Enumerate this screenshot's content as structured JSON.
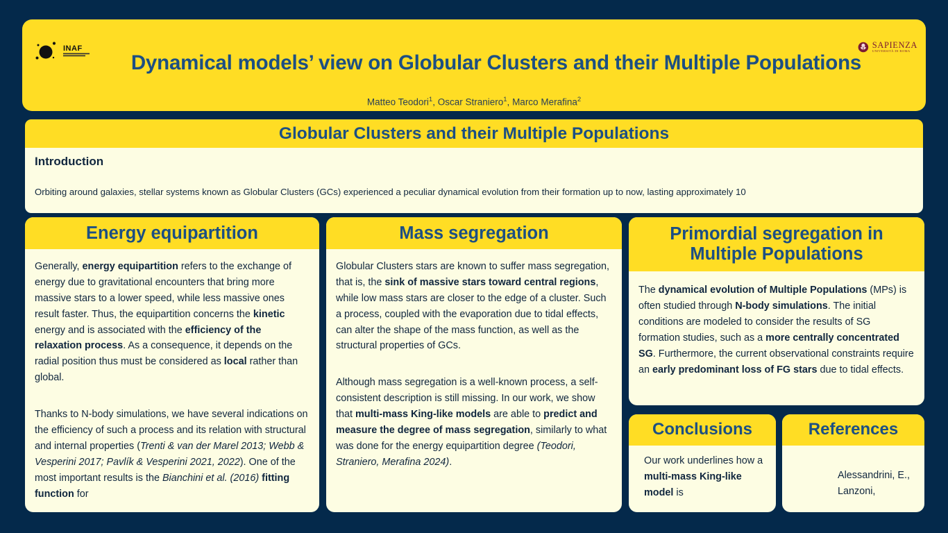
{
  "header": {
    "title": "Dynamical models’ view on Globular Clusters and their Multiple Populations",
    "authors_plain": "Matteo Teodori 1 , Oscar Straniero 1 , Marco Merafina 2",
    "authors": [
      {
        "name": "Matteo Teodori",
        "affiliation_marker": "1"
      },
      {
        "name": "Oscar Straniero",
        "affiliation_marker": "1"
      },
      {
        "name": "Marco Merafina",
        "affiliation_marker": "2"
      }
    ],
    "logo_left": {
      "name": "inaf-logo",
      "text": "INAF",
      "subtext": "ISTITUTO NAZIONALE DI ASTROFISICA"
    },
    "logo_right": {
      "name": "sapienza-logo",
      "text": "SAPIENZA",
      "subtext": "UNIVERSITÀ DI ROMA"
    }
  },
  "section": {
    "banner_title": "Globular Clusters and their Multiple Populations",
    "intro_heading": "Introduction",
    "intro_text": "Orbiting around galaxies, stellar systems known as Globular Clusters (GCs) experienced a peculiar dynamical evolution from their formation up to now, lasting approximately 10"
  },
  "columns": {
    "energy": {
      "title": "Energy equipartition",
      "paragraph1": {
        "t1": "Generally, ",
        "b1": "energy equipartition",
        "t2": " refers to the exchange of energy due to gravitational encounters that bring more massive stars to a lower speed, while less massive ones result faster. Thus, the equipartition concerns the ",
        "b2": "kinetic",
        "t3": " energy and is associated with the ",
        "b3": "efficiency of the relaxation process",
        "t4": ". As a consequence, it depends on the radial position thus must be considered as ",
        "b4": "local",
        "t5": " rather than global."
      },
      "paragraph2": {
        "t1": "Thanks to N-body simulations, we have several indications on the efficiency of such a process and its relation with structural and internal properties (",
        "i1": "Trenti & van der Marel 2013; Webb & Vesperini 2017; Pavlík & Vesperini 2021, 2022",
        "t2": "). One of the most important results is the ",
        "i2": "Bianchini et al. (2016)",
        "t3": " ",
        "b1": "fitting function",
        "t4": " for"
      }
    },
    "mass": {
      "title": "Mass segregation",
      "paragraph1": {
        "t1": "Globular Clusters stars are known to suffer mass segregation, that is, the ",
        "b1": "sink of massive stars toward central regions",
        "t2": ", while low mass stars are closer to the edge of a cluster. Such a process, coupled with the evaporation due to tidal effects, can alter the shape of the mass function, as well as the structural properties of GCs."
      },
      "paragraph2": {
        "t1": "Although mass segregation is a well-known process, a self-consistent description is still missing. In our work, we show that ",
        "b1": "multi-mass King-like models",
        "t2": " are able to ",
        "b2": "predict and measure the degree of mass segregation",
        "t3": ", similarly to what was done for the energy equipartition degree ",
        "i1": "(Teodori, Straniero, Merafina 2024)",
        "t4": "."
      }
    },
    "primordial": {
      "title": "Primordial segregation in Multiple Populations",
      "paragraph1": {
        "t1": "The ",
        "b1": "dynamical evolution of Multiple Populations",
        "t2": " (MPs) is often studied through ",
        "b2": "N-body simulations",
        "t3": ". The initial conditions are modeled to consider the results of SG formation studies, such as a ",
        "b3": "more centrally concentrated SG",
        "t4": ". Furthermore, the current observational constraints require an ",
        "b4": "early predominant loss of FG stars",
        "t5": " due to tidal effects."
      }
    },
    "conclusions": {
      "title": "Conclusions",
      "paragraph1": {
        "t1": "Our work underlines how a ",
        "b1": "multi-mass King-like model",
        "t2": " is"
      }
    },
    "references": {
      "title": "References",
      "entry1": "Alessandrini, E., Lanzoni,"
    }
  },
  "colors": {
    "background": "#04294b",
    "accent_yellow": "#ffdd24",
    "card_cream": "#fdfde3",
    "heading_blue": "#1c4f83",
    "body_text": "#10263e",
    "sapienza_maroon": "#7b1b33"
  }
}
